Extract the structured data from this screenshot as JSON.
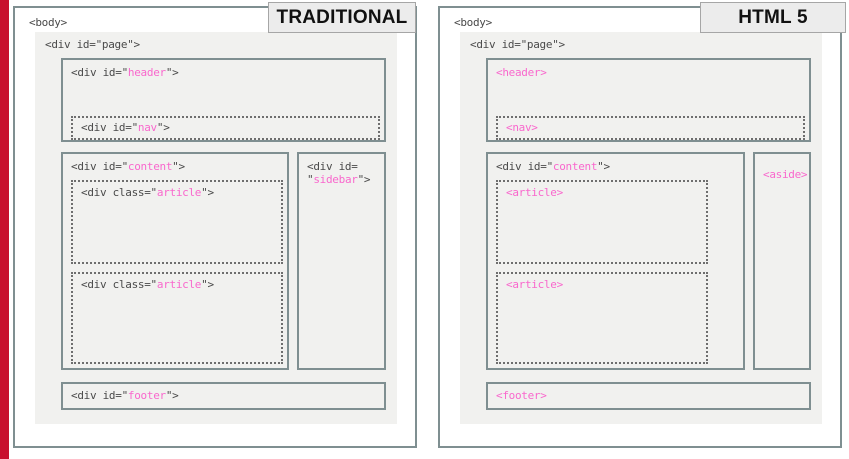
{
  "accent_color": "#c8102e",
  "tag_value_color": "#f968cd",
  "panel_border_color": "#7f8f91",
  "page_bg_color": "#f1f1ef",
  "panels": [
    {
      "badge": "TRADITIONAL",
      "body_label": "<body>",
      "page_label_open": "<div id=\"",
      "page_label_value": "page",
      "page_label_close": "\">",
      "boxes": {
        "header": {
          "open": "<div id=\"",
          "value": "header",
          "close": "\">"
        },
        "nav": {
          "open": "<div id=\"",
          "value": "nav",
          "close": "\">"
        },
        "content": {
          "open": "<div id=\"",
          "value": "content",
          "close": "\">"
        },
        "article1": {
          "open": "<div class=\"",
          "value": "article",
          "close": "\">"
        },
        "article2": {
          "open": "<div class=\"",
          "value": "article",
          "close": "\">"
        },
        "sidebar": {
          "open": "<div id=",
          "value": "sidebar",
          "close": "\">",
          "quote": "\""
        },
        "footer": {
          "open": "<div id=\"",
          "value": "footer",
          "close": "\">"
        }
      }
    },
    {
      "badge": "HTML 5",
      "body_label": "<body>",
      "page_label_open": "<div id=\"",
      "page_label_value": "page",
      "page_label_close": "\">",
      "boxes": {
        "header": {
          "tag": "<header>"
        },
        "nav": {
          "tag": "<nav>"
        },
        "content": {
          "open": "<div id=\"",
          "value": "content",
          "close": "\">"
        },
        "article1": {
          "tag": "<article>"
        },
        "article2": {
          "tag": "<article>"
        },
        "aside": {
          "tag": "<aside>"
        },
        "footer": {
          "tag": "<footer>"
        }
      }
    }
  ]
}
